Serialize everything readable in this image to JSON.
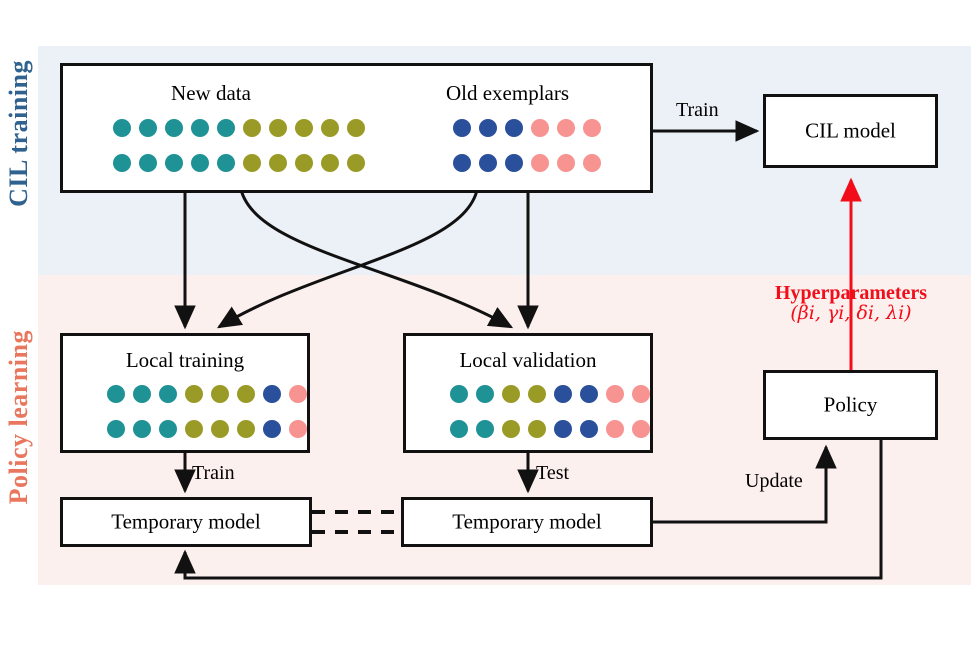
{
  "figure": {
    "sections": [
      {
        "id": "cil",
        "label": "CIL training",
        "color": "#2f628f",
        "band_color": "#ecf1f7"
      },
      {
        "id": "policy",
        "label": "Policy learning",
        "color": "#e8775e",
        "band_color": "#fcf0ee"
      }
    ]
  },
  "boxes": {
    "new_data": {
      "title": "New data"
    },
    "old_exemplars": {
      "title": "Old exemplars"
    },
    "cil_model": {
      "title": "CIL model"
    },
    "local_training": {
      "title": "Local training"
    },
    "local_validation": {
      "title": "Local validation"
    },
    "temp_model_left": {
      "title": "Temporary model"
    },
    "temp_model_right": {
      "title": "Temporary model"
    },
    "policy": {
      "title": "Policy"
    }
  },
  "edges": {
    "train_cil": "Train",
    "train_temp": "Train",
    "test_temp": "Test",
    "update_policy": "Update"
  },
  "hyperparameters": {
    "title": "Hyperparameters",
    "symbols": "(βi, γi, δi, λi)",
    "color": "#f20d1a"
  },
  "legend_colors": {
    "teal": "#1f9296",
    "olive": "#9a9b27",
    "blue": "#2a4f9b",
    "pink": "#f79391"
  },
  "dot_groups": {
    "new_data_row1": [
      "teal",
      "teal",
      "teal",
      "teal",
      "teal",
      "olive",
      "olive",
      "olive",
      "olive",
      "olive"
    ],
    "new_data_row2": [
      "teal",
      "teal",
      "teal",
      "teal",
      "teal",
      "olive",
      "olive",
      "olive",
      "olive",
      "olive"
    ],
    "old_exemplars_row1": [
      "blue",
      "blue",
      "blue",
      "pink",
      "pink",
      "pink"
    ],
    "old_exemplars_row2": [
      "blue",
      "blue",
      "blue",
      "pink",
      "pink",
      "pink"
    ],
    "local_training_row1": [
      "teal",
      "teal",
      "teal",
      "olive",
      "olive",
      "olive",
      "blue",
      "pink"
    ],
    "local_training_row2": [
      "teal",
      "teal",
      "teal",
      "olive",
      "olive",
      "olive",
      "blue",
      "pink"
    ],
    "local_validation_row1": [
      "teal",
      "teal",
      "olive",
      "olive",
      "blue",
      "blue",
      "pink",
      "pink"
    ],
    "local_validation_row2": [
      "teal",
      "teal",
      "olive",
      "olive",
      "blue",
      "blue",
      "pink",
      "pink"
    ]
  }
}
